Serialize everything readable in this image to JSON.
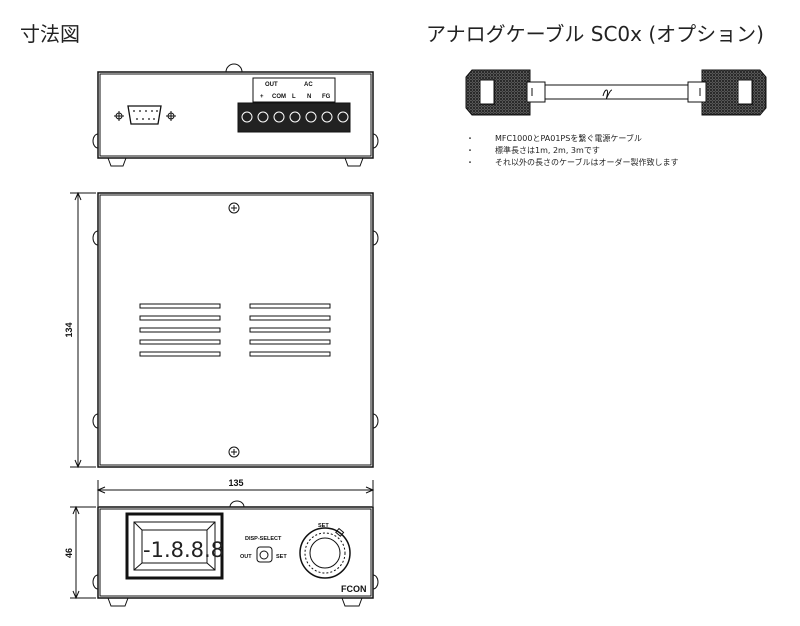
{
  "left_title": "寸法図",
  "right_title": "アナログケーブル SC0x (オプション)",
  "back_view": {
    "out_label": "OUT",
    "ac_label": "AC",
    "terminals": [
      "+",
      "COM",
      "L",
      "N",
      "FG"
    ]
  },
  "dimensions": {
    "depth": "134",
    "width": "135",
    "height": "46"
  },
  "front_view": {
    "display": "-1.8.8.8",
    "switch_label": "DISP-SELECT",
    "switch_left": "OUT",
    "switch_right": "SET",
    "knob_label": "SET",
    "brand": "FCON"
  },
  "cable_notes": [
    "MFC1000とPA01PSを繋ぐ電源ケーブル",
    "標準長さは1m, 2m, 3mです",
    "それ以外の長さのケーブルはオーダー製作致します"
  ],
  "bullet": "・"
}
